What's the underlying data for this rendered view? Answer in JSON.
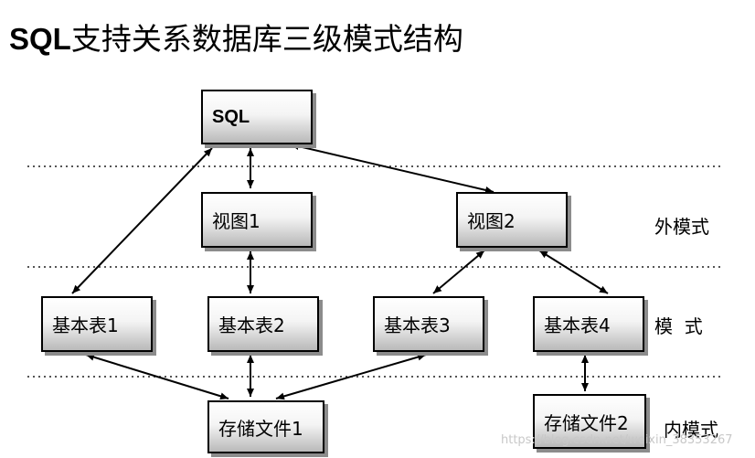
{
  "title": {
    "prefix": "SQL",
    "rest": "支持关系数据库三级模式结构"
  },
  "nodes": {
    "sql": "SQL",
    "view1": "视图1",
    "view2": "视图2",
    "table1": "基本表1",
    "table2": "基本表2",
    "table3": "基本表3",
    "table4": "基本表4",
    "file1": "存储文件1",
    "file2": "存储文件2"
  },
  "levels": {
    "external": "外模式",
    "conceptual": "模  式",
    "internal": "内模式"
  },
  "watermark": "https://blog.csdn.net/weixin_38353267",
  "colors": {
    "line": "#000000",
    "shadow": "#8c8c8c",
    "divider": "#555555"
  }
}
